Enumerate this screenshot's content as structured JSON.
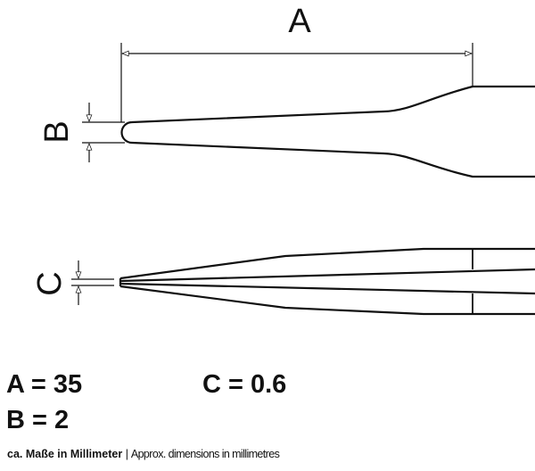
{
  "diagram": {
    "labels": {
      "a": "A",
      "b": "B",
      "c": "C"
    }
  },
  "dimensions": {
    "a": "A = 35",
    "b": "B = 2",
    "c": "C = 0.6"
  },
  "footnote": {
    "german": "ca. Maße in Millimeter",
    "separator": "|",
    "english": "Approx. dimensions in millimetres"
  }
}
